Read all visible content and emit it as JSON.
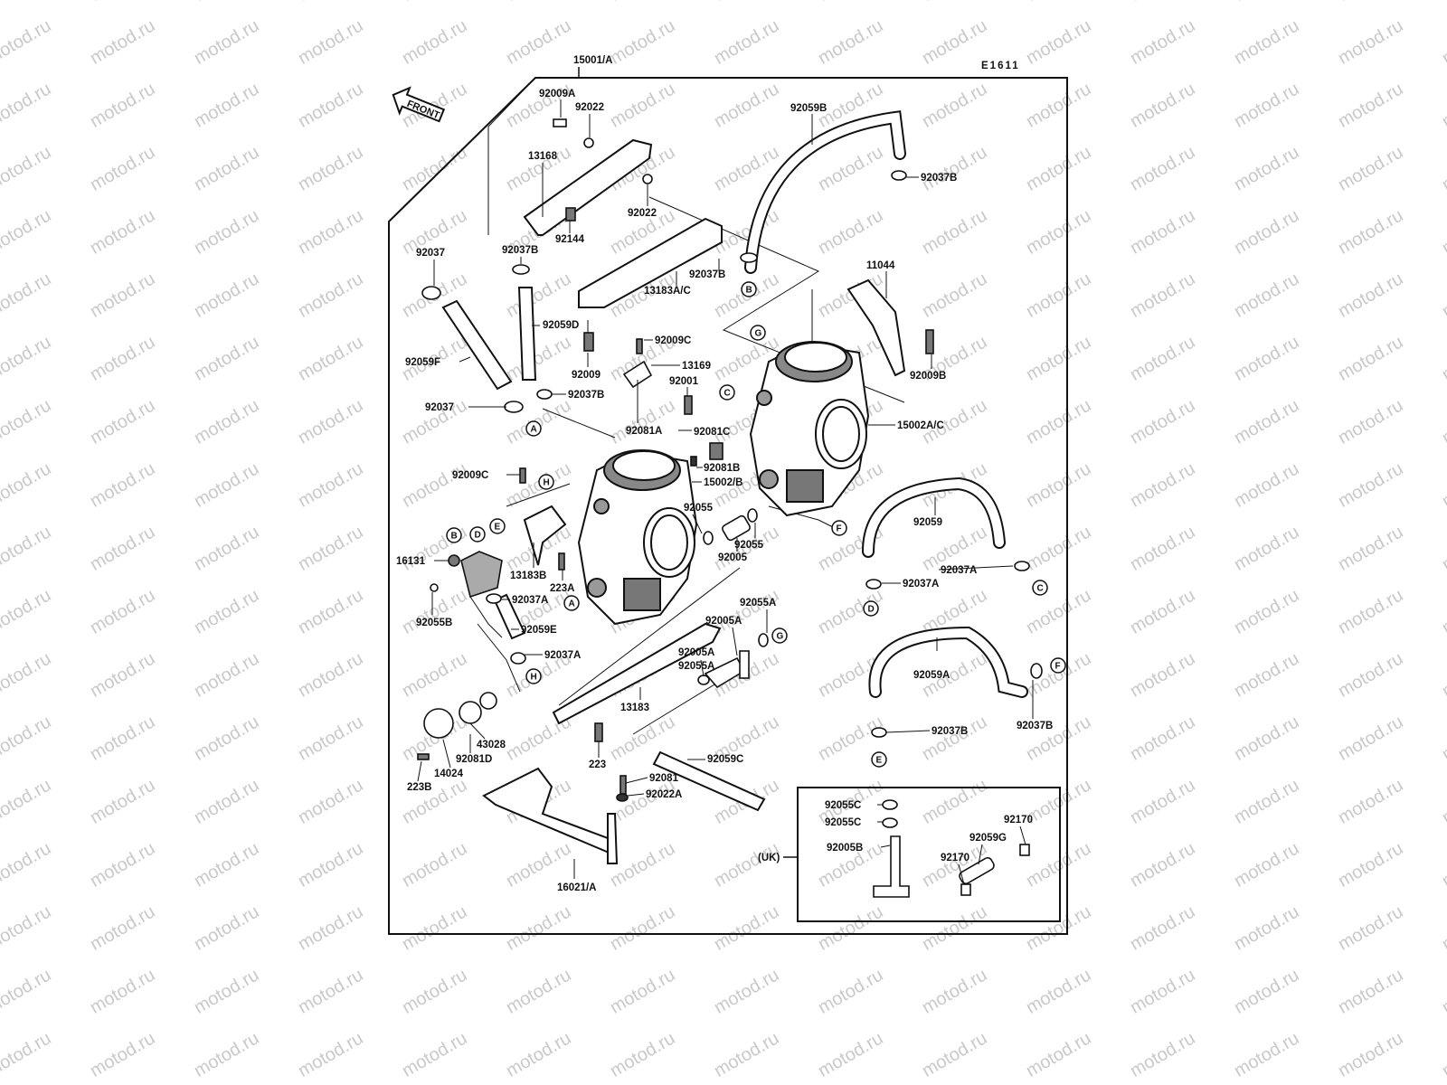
{
  "diagram": {
    "code": "E1611",
    "assembly": "15001/A",
    "front": "FRONT",
    "uk_label": "(UK)",
    "watermark": "motod.ru"
  },
  "parts": [
    {
      "id": "p1",
      "text": "92009A"
    },
    {
      "id": "p2",
      "text": "92022"
    },
    {
      "id": "p3",
      "text": "13168"
    },
    {
      "id": "p4",
      "text": "92022"
    },
    {
      "id": "p5",
      "text": "92144"
    },
    {
      "id": "p6",
      "text": "92037B"
    },
    {
      "id": "p7",
      "text": "92037"
    },
    {
      "id": "p8",
      "text": "13183A/C"
    },
    {
      "id": "p9",
      "text": "92037B"
    },
    {
      "id": "p10",
      "text": "92059B"
    },
    {
      "id": "p11",
      "text": "92037B"
    },
    {
      "id": "p12",
      "text": "11044"
    },
    {
      "id": "p13",
      "text": "92059D"
    },
    {
      "id": "p14",
      "text": "92009C"
    },
    {
      "id": "p15",
      "text": "92059F"
    },
    {
      "id": "p16",
      "text": "13169"
    },
    {
      "id": "p17",
      "text": "92009"
    },
    {
      "id": "p18",
      "text": "92001"
    },
    {
      "id": "p19",
      "text": "92009B"
    },
    {
      "id": "p20",
      "text": "92037"
    },
    {
      "id": "p21",
      "text": "92037B"
    },
    {
      "id": "p22",
      "text": "92081A"
    },
    {
      "id": "p23",
      "text": "92081C"
    },
    {
      "id": "p24",
      "text": "15002A/C"
    },
    {
      "id": "p25",
      "text": "92081B"
    },
    {
      "id": "p26",
      "text": "92009C"
    },
    {
      "id": "p27",
      "text": "15002/B"
    },
    {
      "id": "p28",
      "text": "92055"
    },
    {
      "id": "p29",
      "text": "92059"
    },
    {
      "id": "p30",
      "text": "92055"
    },
    {
      "id": "p31",
      "text": "92005"
    },
    {
      "id": "p32",
      "text": "16131"
    },
    {
      "id": "p33",
      "text": "13183B"
    },
    {
      "id": "p34",
      "text": "223A"
    },
    {
      "id": "p35",
      "text": "92037A"
    },
    {
      "id": "p36",
      "text": "92037A"
    },
    {
      "id": "p37",
      "text": "92037A"
    },
    {
      "id": "p38",
      "text": "92055B"
    },
    {
      "id": "p39",
      "text": "92059E"
    },
    {
      "id": "p40",
      "text": "92055A"
    },
    {
      "id": "p41",
      "text": "92005A"
    },
    {
      "id": "p42",
      "text": "92005A"
    },
    {
      "id": "p43",
      "text": "92055A"
    },
    {
      "id": "p44",
      "text": "92037A"
    },
    {
      "id": "p45",
      "text": "92059A"
    },
    {
      "id": "p46",
      "text": "13183"
    },
    {
      "id": "p47",
      "text": "92037B"
    },
    {
      "id": "p48",
      "text": "92037B"
    },
    {
      "id": "p49",
      "text": "43028"
    },
    {
      "id": "p50",
      "text": "92081D"
    },
    {
      "id": "p51",
      "text": "14024"
    },
    {
      "id": "p52",
      "text": "223B"
    },
    {
      "id": "p53",
      "text": "223"
    },
    {
      "id": "p54",
      "text": "92081"
    },
    {
      "id": "p55",
      "text": "92059C"
    },
    {
      "id": "p56",
      "text": "92022A"
    },
    {
      "id": "p57",
      "text": "16021/A"
    },
    {
      "id": "p58",
      "text": "92055C"
    },
    {
      "id": "p59",
      "text": "92055C"
    },
    {
      "id": "p60",
      "text": "92170"
    },
    {
      "id": "p61",
      "text": "92059G"
    },
    {
      "id": "p62",
      "text": "92005B"
    },
    {
      "id": "p63",
      "text": "92170"
    }
  ],
  "refs": [
    {
      "id": "r1",
      "text": "B"
    },
    {
      "id": "r2",
      "text": "G"
    },
    {
      "id": "r3",
      "text": "C"
    },
    {
      "id": "r4",
      "text": "A"
    },
    {
      "id": "r5",
      "text": "H"
    },
    {
      "id": "r6",
      "text": "B"
    },
    {
      "id": "r7",
      "text": "D"
    },
    {
      "id": "r8",
      "text": "E"
    },
    {
      "id": "r9",
      "text": "F"
    },
    {
      "id": "r10",
      "text": "A"
    },
    {
      "id": "r11",
      "text": "C"
    },
    {
      "id": "r12",
      "text": "D"
    },
    {
      "id": "r13",
      "text": "G"
    },
    {
      "id": "r14",
      "text": "H"
    },
    {
      "id": "r15",
      "text": "F"
    },
    {
      "id": "r16",
      "text": "E"
    }
  ]
}
